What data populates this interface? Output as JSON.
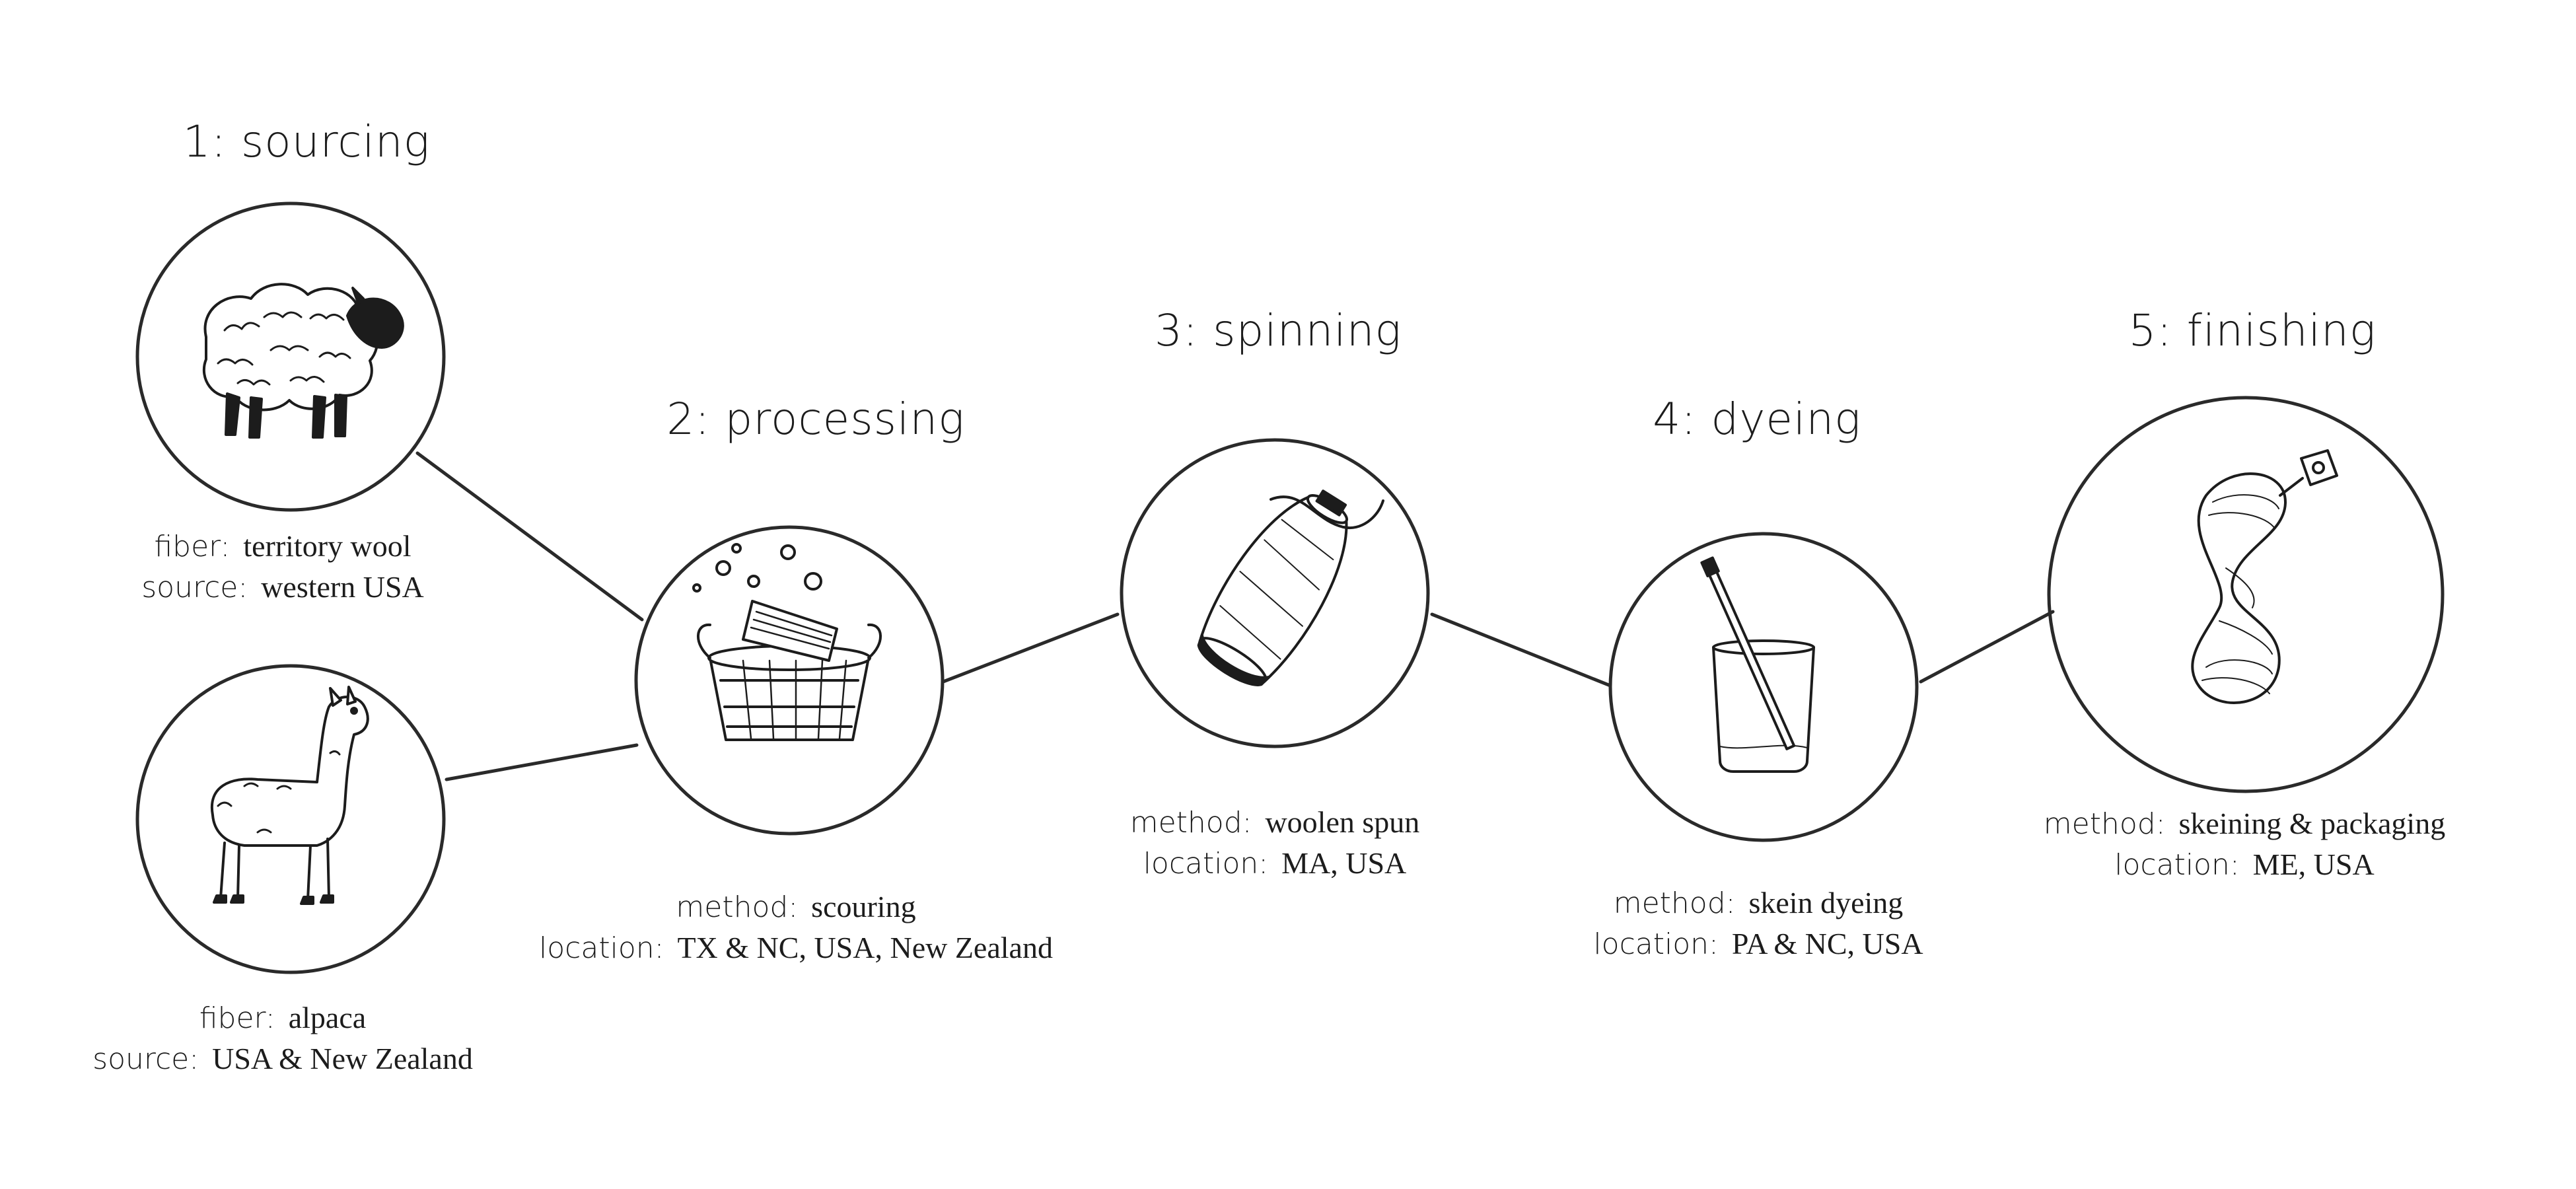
{
  "stages": [
    {
      "id": "sourcing",
      "title": "1: sourcing"
    },
    {
      "id": "processing",
      "title": "2: processing"
    },
    {
      "id": "spinning",
      "title": "3: spinning"
    },
    {
      "id": "dyeing",
      "title": "4: dyeing"
    },
    {
      "id": "finishing",
      "title": "5: finishing"
    }
  ],
  "sources": [
    {
      "id": "wool",
      "icon": "sheep-icon",
      "fiber_label": "fiber:",
      "fiber": "territory wool",
      "source_label": "source:",
      "source": "western USA"
    },
    {
      "id": "alpaca",
      "icon": "alpaca-icon",
      "fiber_label": "fiber:",
      "fiber": "alpaca",
      "source_label": "source:",
      "source": "USA & New Zealand"
    }
  ],
  "steps": {
    "processing": {
      "icon": "washtub-icon",
      "method_label": "method:",
      "method": "scouring",
      "location_label": "location:",
      "location": "TX & NC, USA, New Zealand"
    },
    "spinning": {
      "icon": "yarn-cone-icon",
      "method_label": "method:",
      "method": "woolen spun",
      "location_label": "location:",
      "location": "MA, USA"
    },
    "dyeing": {
      "icon": "dye-beaker-icon",
      "method_label": "method:",
      "method": "skein dyeing",
      "location_label": "location:",
      "location": "PA & NC, USA"
    },
    "finishing": {
      "icon": "yarn-skein-icon",
      "method_label": "method:",
      "method": "skeining & packaging",
      "location_label": "location:",
      "location": "ME, USA"
    }
  },
  "colors": {
    "ink": "#1c1c1c",
    "background": "#ffffff"
  }
}
